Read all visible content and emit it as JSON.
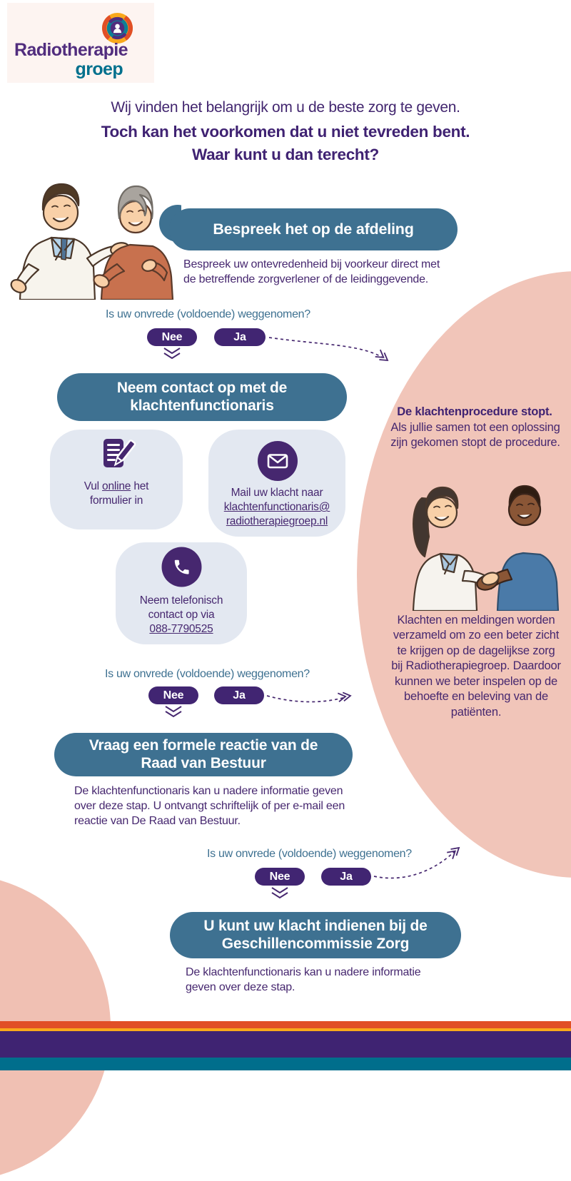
{
  "logo": {
    "word1": "Radiotherapie",
    "word2": "groep"
  },
  "intro": {
    "line1": "Wij vinden het belangrijk om u de beste zorg te geven.",
    "line2": "Toch kan het voorkomen dat u niet tevreden bent.",
    "line3": "Waar kunt u dan terecht?"
  },
  "question": {
    "label": "Is uw onvrede (voldoende) weggenomen?",
    "no": "Nee",
    "yes": "Ja"
  },
  "step1": {
    "title": "Bespreek het op de afdeling",
    "body": "Bespreek uw ontevredenheid bij voorkeur direct met de betreffende zorgverlener of de leidinggevende."
  },
  "step2": {
    "title": "Neem contact op met de klachtenfunctionaris",
    "card_online": {
      "pre": "Vul ",
      "link": "online",
      "post": " het formulier in"
    },
    "card_mail": {
      "text": "Mail uw klacht naar",
      "email_line1": "klachtenfunctionaris@",
      "email_line2": "radiotherapiegroep.nl"
    },
    "card_phone": {
      "text": "Neem telefonisch contact op via",
      "phone": "088-7790525"
    }
  },
  "step3": {
    "title": "Vraag een formele reactie van de Raad van Bestuur",
    "body": "De klachtenfunctionaris kan u nadere informatie geven over deze stap. U ontvangt schriftelijk of per e-mail een reactie van De Raad van Bestuur."
  },
  "step4": {
    "title": "U kunt uw klacht indienen bij de Geschillencommissie Zorg",
    "body": "De klachtenfunctionaris kan u nadere informatie geven over deze stap."
  },
  "aside": {
    "stop_title": "De klachtenprocedure stopt.",
    "stop_body": "Als jullie samen tot een oplossing zijn gekomen stopt de procedure.",
    "collect_body": "Klachten en meldingen worden verzameld om zo een beter zicht te krijgen op de dagelijkse zorg bij Radiotherapiegroep. Daardoor kunnen we beter inspelen op de behoefte en beleving van de patiënten."
  },
  "colors": {
    "pill_blue": "#3e7191",
    "button_purple": "#412572",
    "text_purple": "#46276f",
    "pink_blob": "#f1c5b9",
    "card_bg": "#e3e8f1",
    "footer_orange": "#e14f26",
    "footer_yellow": "#f9a91c",
    "footer_purple": "#3f2372",
    "footer_teal": "#006e8c",
    "logo_purple": "#512d7e",
    "logo_teal": "#00708d"
  }
}
